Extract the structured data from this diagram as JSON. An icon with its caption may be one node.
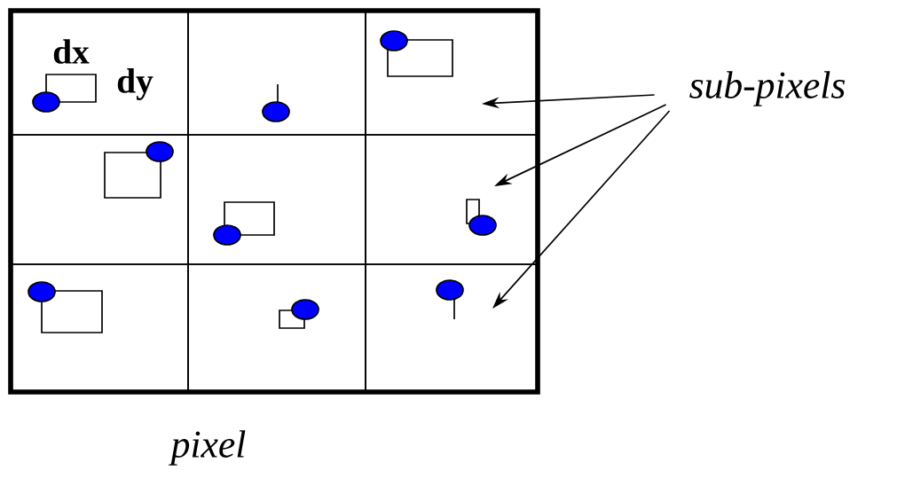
{
  "diagram": {
    "nodes": [
      {
        "text": [],
        "shape": "box",
        "beside": [
          "pixel"
        ]
      },
      {
        "text": [
          "dx",
          "dy"
        ],
        "in": 0
      },
      {
        "text": [],
        "shape": "box",
        "in": 0
      },
      {
        "text": [],
        "shape": "box",
        "in": 0
      },
      {
        "text": [],
        "shape": "box",
        "in": 0
      },
      {
        "text": [],
        "shape": "box",
        "in": 0
      },
      {
        "text": [],
        "shape": "box",
        "in": 0
      },
      {
        "text": [],
        "shape": "box",
        "in": 0
      },
      {
        "text": [],
        "shape": "box",
        "in": 0
      },
      {
        "text": [],
        "shape": "box",
        "in": 0
      },
      {
        "text": [
          "sub-pixels"
        ]
      }
    ],
    "edges": [
      {
        "from": 10,
        "to": 3,
        "arrow": "to"
      },
      {
        "from": 10,
        "to": 6,
        "arrow": "to"
      },
      {
        "from": 10,
        "to": 9,
        "arrow": "to"
      }
    ]
  }
}
